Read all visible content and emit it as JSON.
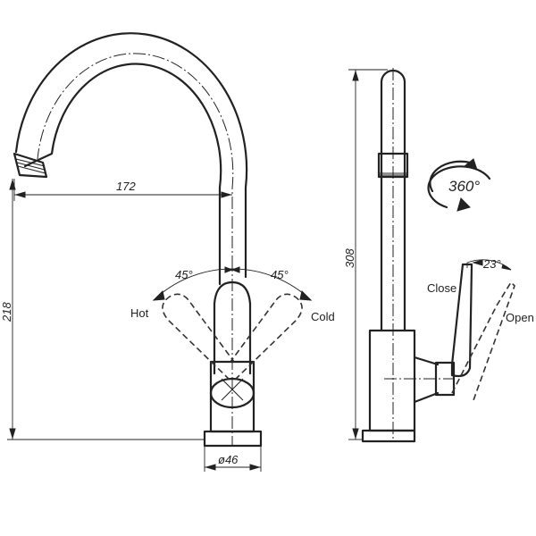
{
  "dimensions": {
    "spout_reach": "172",
    "spout_height": "218",
    "total_height": "308",
    "base_diameter": "ø46",
    "hot_angle": "45°",
    "cold_angle": "45°",
    "lever_angle": "23°",
    "swivel_angle": "360°"
  },
  "labels": {
    "hot": "Hot",
    "cold": "Cold",
    "close": "Close",
    "open": "Open"
  },
  "icons": {
    "swivel": "rotate-360-icon"
  }
}
